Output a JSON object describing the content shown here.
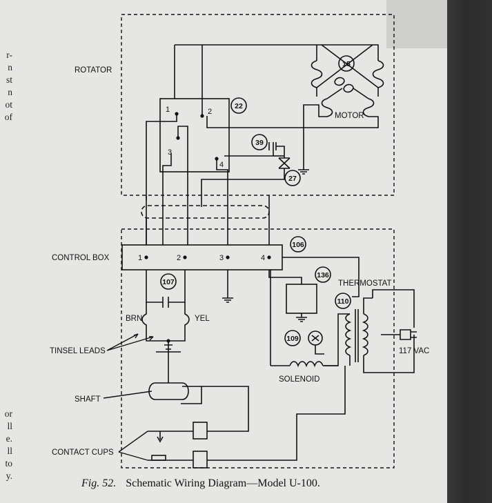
{
  "margin_fragments": [
    "r-",
    "n",
    "st",
    "n",
    "ot",
    "of",
    "or",
    "ll",
    "e.",
    "ll",
    "to",
    "y."
  ],
  "labels": {
    "rotator": "ROTATOR",
    "motor": "MOTOR",
    "control_box": "CONTROL BOX",
    "thermostat": "THERMOSTAT",
    "brn": "BRN",
    "yel": "YEL",
    "tinsel_leads": "TINSEL LEADS",
    "shaft": "SHAFT",
    "contact_cups": "CONTACT CUPS",
    "solenoid": "SOLENOID",
    "vac": "117 VAC"
  },
  "rotator_terminals": [
    "1",
    "2",
    "3",
    "4"
  ],
  "control_terminals": [
    "1",
    "2",
    "3",
    "4"
  ],
  "part_numbers": {
    "motor": "15",
    "rotator_board": "22",
    "capacitor_upper": "39",
    "switch_upper": "27",
    "control_board": "106",
    "capacitor_lower": "107",
    "solenoid_block": "136",
    "transformer": "110",
    "lamp": "109"
  },
  "caption": {
    "figure": "Fig. 52.",
    "title": "Schematic Wiring Diagram—Model U-100."
  }
}
